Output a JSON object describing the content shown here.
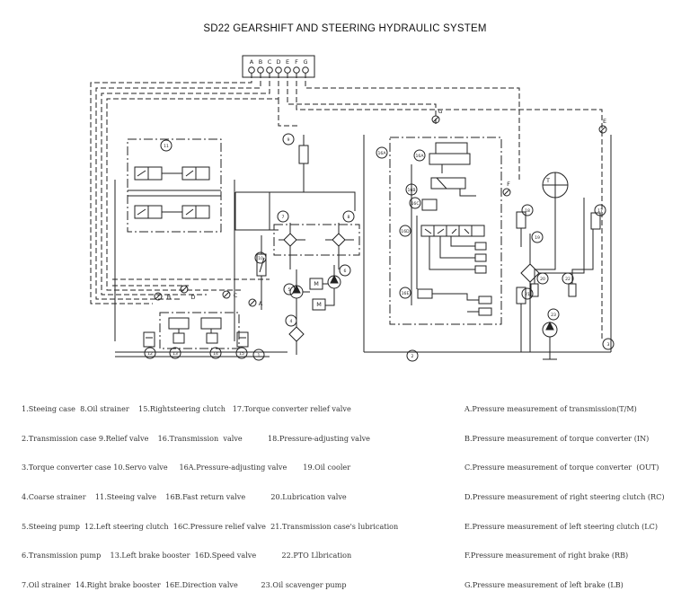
{
  "title": "SD22 GEARSHIFT AND STEERING HYDRAULIC SYSTEM",
  "ports": [
    "A",
    "B",
    "C",
    "D",
    "E",
    "F",
    "G"
  ],
  "line_letters": {
    "A": "A",
    "B": "B",
    "C": "C",
    "D": "D",
    "E": "E",
    "F": "F",
    "G": "G"
  },
  "callouts": {
    "c1": "1",
    "c2": "2",
    "c3": "3",
    "c4": "4",
    "c5": "5",
    "c6": "6",
    "c7": "7",
    "c8": "8",
    "c9": "9",
    "c10": "10",
    "c11": "11",
    "c12": "12",
    "c13": "13",
    "c14": "14",
    "c15": "15",
    "c17": "17",
    "c16a": "16A",
    "c16b": "16B",
    "c16c": "16C",
    "c16d": "16D",
    "c16e": "16E",
    "c18": "18",
    "c19": "19",
    "c20": "20",
    "c21": "21",
    "c22": "22",
    "c23": "23"
  },
  "block_labels": {
    "m": "M",
    "t": "T",
    "m2": "M"
  },
  "legend_left": [
    "1.Steeing case  8.Oil strainer    15.Rightsteering clutch   17.Torque converter relief valve",
    "2.Transmission case 9.Relief valve    16.Transmission  valve           18.Pressure-adjusting valve",
    "3.Torque converter case 10.Servo valve     16A.Pressure-adjusting valve       19.Oil cooler",
    "4.Coarse strainer    11.Steeing valve    16B.Fast return valve           20.Lubrication valve",
    "5.Steeing pump  12.Left steering clutch  16C.Pressure relief valve  21.Transmission case's lubrication",
    "6.Transmission pump    13.Left brake booster  16D.Speed valve           22.PTO Llbrication",
    "7.Oil strainer  14.Right brake booster  16E.Direction valve          23.Oil scavenger pump"
  ],
  "legend_right": [
    "A.Pressure measurement of transmission(T/M)",
    "B.Pressure measurement of torque converter (IN)",
    "C.Pressure measurement of torque converter  (OUT)",
    "D.Pressure measurement of right steering clutch (RC)",
    "E.Pressure measurement of left steering clutch (LC)",
    "F.Pressure measurement of right brake (RB)",
    "G.Pressure measurement of left brake (LB)"
  ]
}
